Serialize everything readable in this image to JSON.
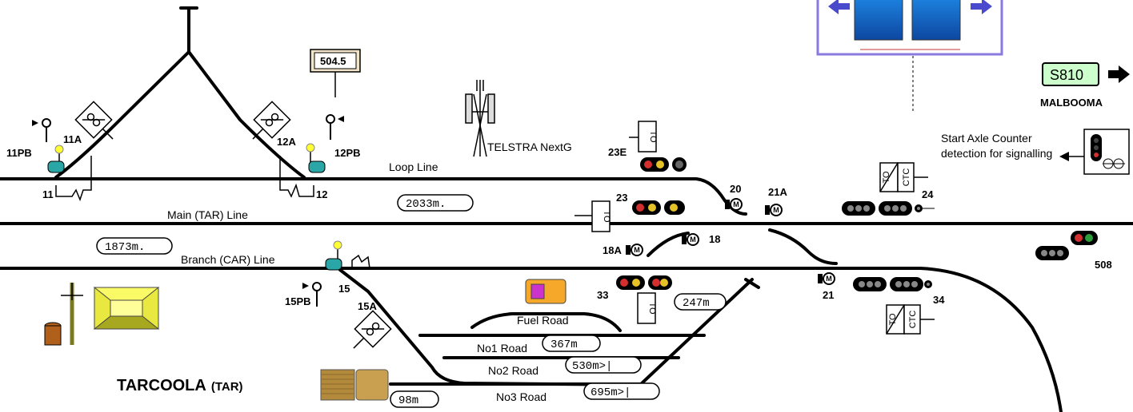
{
  "station": {
    "name": "TARCOOLA",
    "code": "(TAR)"
  },
  "lines": {
    "loop": "Loop Line",
    "main": "Main (TAR) Line",
    "branch": "Branch (CAR) Line",
    "fuel": "Fuel Road",
    "no1": "No1 Road",
    "no2": "No2 Road",
    "no3": "No3 Road"
  },
  "distances": {
    "loop_length": "2033m.",
    "branch_length": "1873m.",
    "fuel_length": "247m",
    "no1_length": "367m",
    "no2_length": "530m>|",
    "no3_end": "695m>|",
    "no3_start": "98m"
  },
  "km_post": "504.5",
  "telstra": "TELSTRA NextG",
  "next_section": {
    "id": "S810",
    "name": "MALBOOMA"
  },
  "axle_counter": {
    "line1": "Start Axle Counter",
    "line2": "detection  for signalling"
  },
  "points": {
    "p11": "11",
    "p11a": "11A",
    "p11pb": "11PB",
    "p12": "12",
    "p12a": "12A",
    "p12pb": "12PB",
    "p15": "15",
    "p15a": "15A",
    "p15pb": "15PB"
  },
  "signals": {
    "s23e": "23E",
    "s23": "23",
    "s20": "20",
    "s21a": "21A",
    "s24": "24",
    "s18a": "18A",
    "s18": "18",
    "s33": "33",
    "s21": "21",
    "s34": "34",
    "s508": "508"
  },
  "tags": {
    "to": "TO",
    "ctc": "CTC"
  },
  "colors": {
    "track": "#000000",
    "s810_bg": "#ccffcc",
    "dial_frame": "#6a5acd",
    "arrow": "#4a4acd"
  }
}
